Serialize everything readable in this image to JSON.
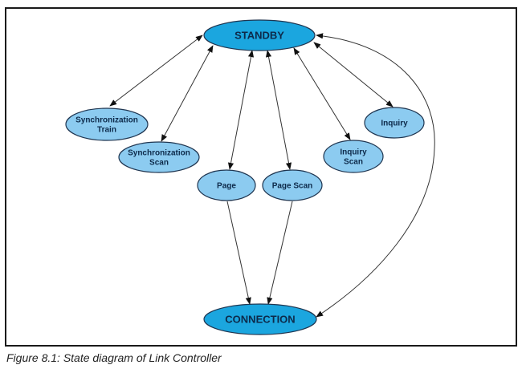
{
  "diagram": {
    "title": "State diagram of Link Controller",
    "nodes": [
      {
        "id": "standby",
        "label_lines": [
          "STANDBY"
        ],
        "kind": "major"
      },
      {
        "id": "sync_train",
        "label_lines": [
          "Synchronization",
          "Train"
        ],
        "kind": "minor"
      },
      {
        "id": "sync_scan",
        "label_lines": [
          "Synchronization",
          "Scan"
        ],
        "kind": "minor"
      },
      {
        "id": "page",
        "label_lines": [
          "Page"
        ],
        "kind": "minor"
      },
      {
        "id": "page_scan",
        "label_lines": [
          "Page Scan"
        ],
        "kind": "minor"
      },
      {
        "id": "inquiry_scan",
        "label_lines": [
          "Inquiry",
          "Scan"
        ],
        "kind": "minor"
      },
      {
        "id": "inquiry",
        "label_lines": [
          "Inquiry"
        ],
        "kind": "minor"
      },
      {
        "id": "connection",
        "label_lines": [
          "CONNECTION"
        ],
        "kind": "major"
      }
    ],
    "edges": [
      {
        "from": "standby",
        "to": "sync_train",
        "direction": "both"
      },
      {
        "from": "standby",
        "to": "sync_scan",
        "direction": "both"
      },
      {
        "from": "standby",
        "to": "page",
        "direction": "both"
      },
      {
        "from": "standby",
        "to": "page_scan",
        "direction": "both"
      },
      {
        "from": "standby",
        "to": "inquiry_scan",
        "direction": "both"
      },
      {
        "from": "standby",
        "to": "inquiry",
        "direction": "both"
      },
      {
        "from": "page",
        "to": "connection",
        "direction": "forward"
      },
      {
        "from": "page_scan",
        "to": "connection",
        "direction": "forward"
      },
      {
        "from": "standby",
        "to": "connection",
        "direction": "both",
        "curved": true
      }
    ],
    "colors": {
      "major_fill": "#1ba6df",
      "minor_fill": "#8ccbf0",
      "stroke": "#1f3550",
      "edge": "#333333"
    }
  },
  "caption": "Figure 8.1:  State diagram of Link Controller"
}
